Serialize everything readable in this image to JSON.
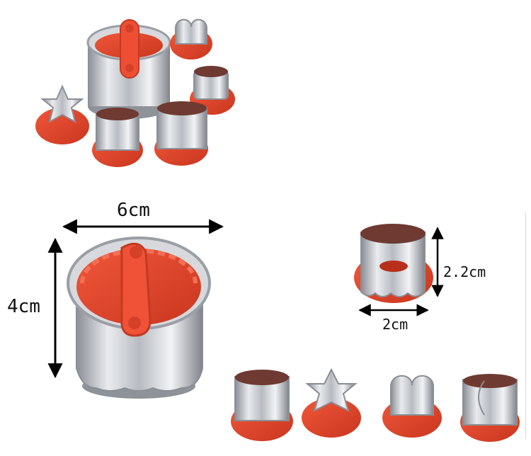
{
  "image": {
    "subject": "stainless steel cookie cutter set with red plastic plungers",
    "colors": {
      "red": "#e8452c",
      "dark_red": "#b8301c",
      "steel": "#c9ccd1",
      "steel_dark": "#7b7f86",
      "background": "#ffffff"
    }
  },
  "labels": {
    "large_width": "6cm",
    "large_height": "4cm",
    "small_height": "2.2cm",
    "small_width": "2cm"
  }
}
